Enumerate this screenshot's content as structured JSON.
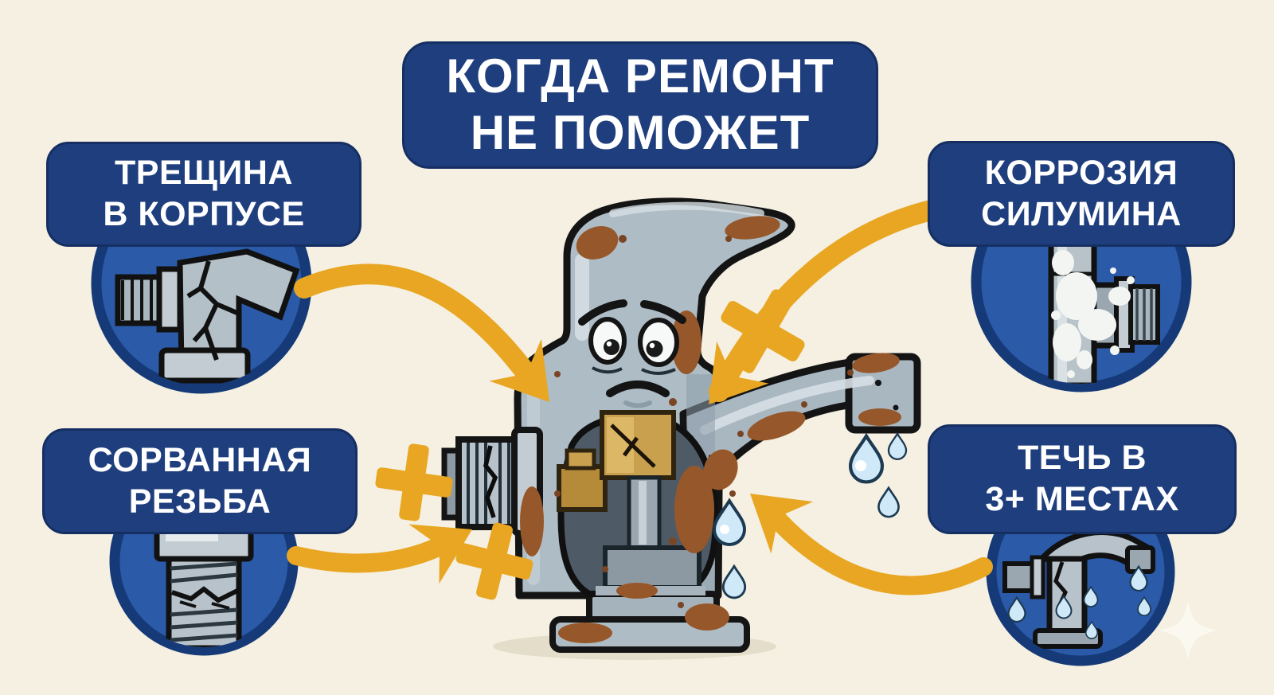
{
  "meta": {
    "type": "infographic",
    "language": "ru",
    "subject": "faucet beyond repair"
  },
  "palette": {
    "background": "#f5f0e2",
    "panel_blue": "#1f3e7d",
    "panel_border": "#152f63",
    "circle_fill": "#2a5aa8",
    "circle_rim": "#163a78",
    "accent_gold": "#e8a622",
    "text_white": "#ffffff",
    "metal_gray": "#aebcc6",
    "rust_brown": "#96582a",
    "brass_gold": "#c9a04e",
    "drop_blue": "#cfe9f8"
  },
  "title": {
    "line1": "КОГДА РЕМОНТ",
    "line2": "НЕ ПОМОЖЕТ"
  },
  "callouts": [
    {
      "id": "crack-in-body",
      "position": "top-left",
      "line1": "ТРЕЩИНА",
      "line2": "В КОРПУСЕ",
      "icon": "cracked-fitting-icon"
    },
    {
      "id": "silumin-corrosion",
      "position": "top-right",
      "line1": "КОРРОЗИЯ",
      "line2": "СИЛУМИНА",
      "icon": "corroded-pipe-icon"
    },
    {
      "id": "stripped-thread",
      "position": "bottom-left",
      "line1": "СОРВАННАЯ",
      "line2": "РЕЗЬБА",
      "icon": "stripped-thread-icon"
    },
    {
      "id": "leaks-3-plus",
      "position": "bottom-right",
      "line1": "ТЕЧЬ В",
      "line2": "3+ МЕСТАХ",
      "icon": "leaking-faucet-icon"
    }
  ],
  "center_illustration": {
    "name": "sad-rusty-faucet",
    "features": [
      "sad-face",
      "rust-patches",
      "cutaway-with-brass-cartridge",
      "threaded-tail",
      "dripping-spout",
      "water-drops"
    ]
  },
  "decorations": {
    "arrows_count": 4,
    "x_marks_count": 3,
    "sparkle": "four-point-star-watermark"
  }
}
